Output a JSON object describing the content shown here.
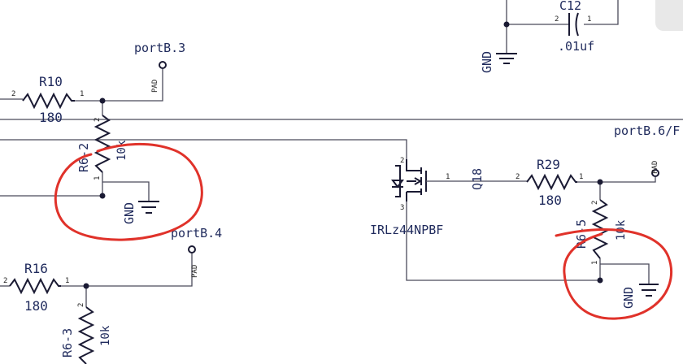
{
  "labels": {
    "portB3": "portB.3",
    "portB4": "portB.4",
    "portB6": "portB.6/F",
    "r10": "R10",
    "r10_val": "180",
    "r16": "R16",
    "r16_val": "180",
    "r29": "R29",
    "r29_val": "180",
    "r62": "R6-2",
    "r62_val": "10k",
    "r63": "R6-3",
    "r63_val": "10k",
    "r65": "R6-5",
    "r65_val": "10k",
    "c12": "C12",
    "c12_val": ".01uf",
    "q18": "Q18",
    "mosfet": "IRLz44NPBF",
    "gnd": "GND",
    "pad": "PAD",
    "pin1": "1",
    "pin2": "2",
    "pin3": "3"
  },
  "colors": {
    "wire": "#4a4a5a",
    "annotation": "#e0322a",
    "text": "#1f2a5c"
  }
}
